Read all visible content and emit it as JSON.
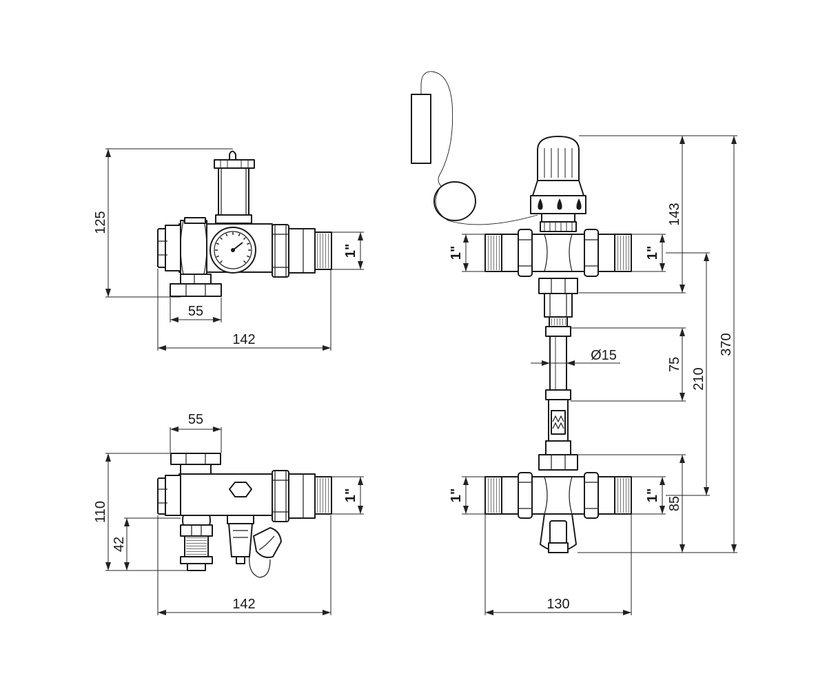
{
  "dimensions": {
    "top_left": {
      "height": "125",
      "width_nut": "55",
      "width_total": "142",
      "thread": "1\""
    },
    "bottom_left": {
      "width_nut": "55",
      "height": "110",
      "height_low": "42",
      "width_total": "142",
      "thread": "1\""
    },
    "right": {
      "thread_top_left": "1\"",
      "thread_top_right": "1\"",
      "thread_bottom_left": "1\"",
      "thread_bottom_right": "1\"",
      "height_head": "143",
      "height_total": "370",
      "pipe_diameter": "Ø15",
      "pipe_length": "75",
      "axis_distance": "210",
      "height_bottom": "85",
      "width": "130"
    }
  },
  "icons": [
    "pressure-gauge-icon",
    "drop-icon",
    "hexagon-plug-icon"
  ]
}
